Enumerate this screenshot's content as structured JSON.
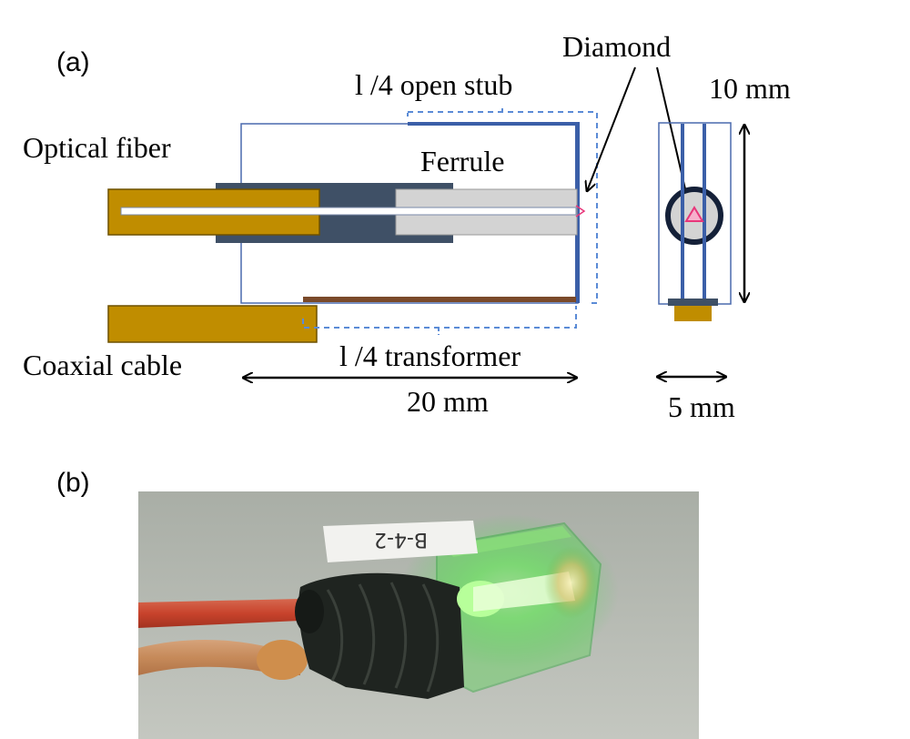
{
  "panel_a": {
    "label": "(a)",
    "labels": {
      "optical_fiber": "Optical fiber",
      "coaxial_cable": "Coaxial cable",
      "ferrule": "Ferrule",
      "open_stub": "l /4 open stub",
      "transformer": "l /4 transformer",
      "diamond": "Diamond"
    },
    "dimensions": {
      "length": "20 mm",
      "height": "10 mm",
      "width": "5 mm"
    },
    "colors": {
      "fiber_gold": "#C08D00",
      "ferrule_gray": "#D3D3D3",
      "sleeve_slate": "#3F5066",
      "stub_blue": "#3B5FA8",
      "outline_blue": "#4A6AAE",
      "dashed_blue": "#5B8BD6",
      "transformer_brown": "#7A4A2A",
      "marker_pink": "#E8367A"
    }
  },
  "panel_b": {
    "label": "(b)",
    "photo_text": "B-4-2"
  }
}
